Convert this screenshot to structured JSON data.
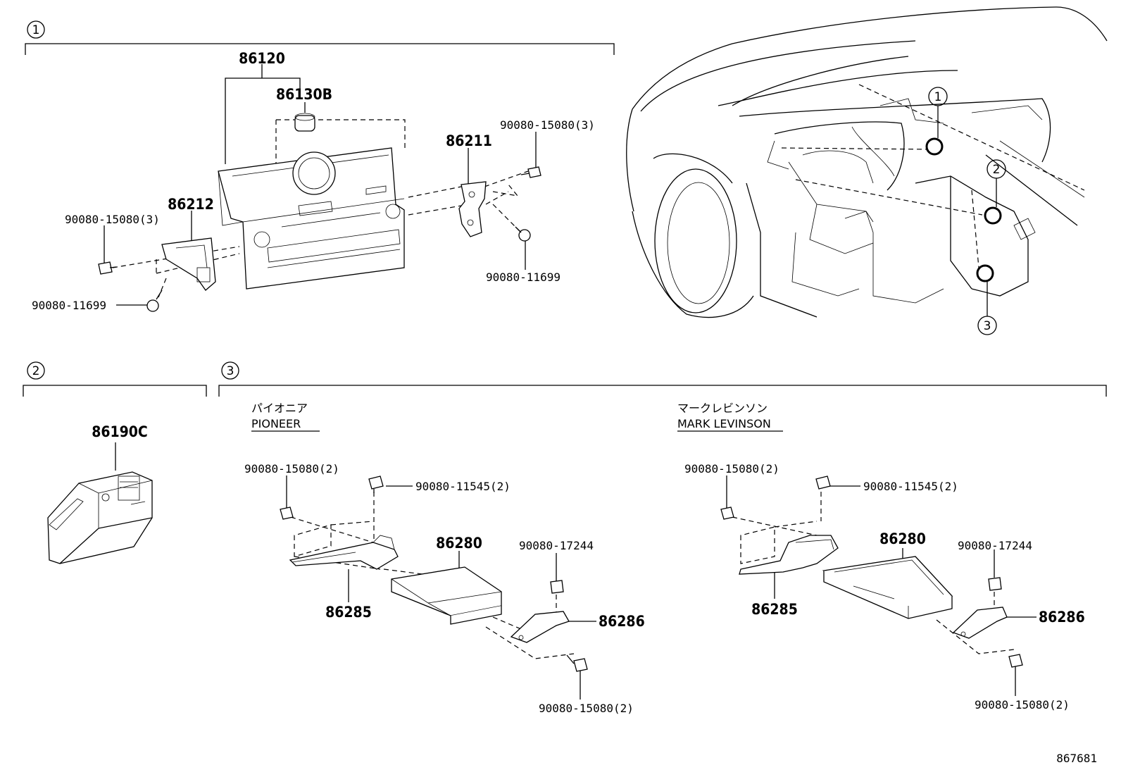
{
  "sections": {
    "s1": "1",
    "s2": "2",
    "s3": "3"
  },
  "locators": {
    "l1": "1",
    "l2": "2",
    "l3": "3"
  },
  "group1": {
    "p86120": "86120",
    "p86130B": "86130B",
    "p86212": "86212",
    "p86211": "86211",
    "bolt_tr": "90080-15080(3)",
    "bolt_tl": "90080-15080(3)",
    "screw_r": "90080-11699",
    "screw_l": "90080-11699"
  },
  "group2": {
    "p86190C": "86190C"
  },
  "group3": {
    "pioneer_jp": "パイオニア",
    "pioneer_en": "PIONEER",
    "levinson_jp": "マークレビンソン",
    "levinson_en": "MARK LEVINSON",
    "pioneer": {
      "bolt_a": "90080-15080(2)",
      "bolt_b": "90080-11545(2)",
      "amp": "86280",
      "nut": "90080-17244",
      "brk1": "86285",
      "brk2": "86286",
      "bolt_c": "90080-15080(2)"
    },
    "levinson": {
      "bolt_a": "90080-15080(2)",
      "bolt_b": "90080-11545(2)",
      "amp": "86280",
      "nut": "90080-17244",
      "brk1": "86285",
      "brk2": "86286",
      "bolt_c": "90080-15080(2)"
    }
  },
  "figure_id": "867681"
}
